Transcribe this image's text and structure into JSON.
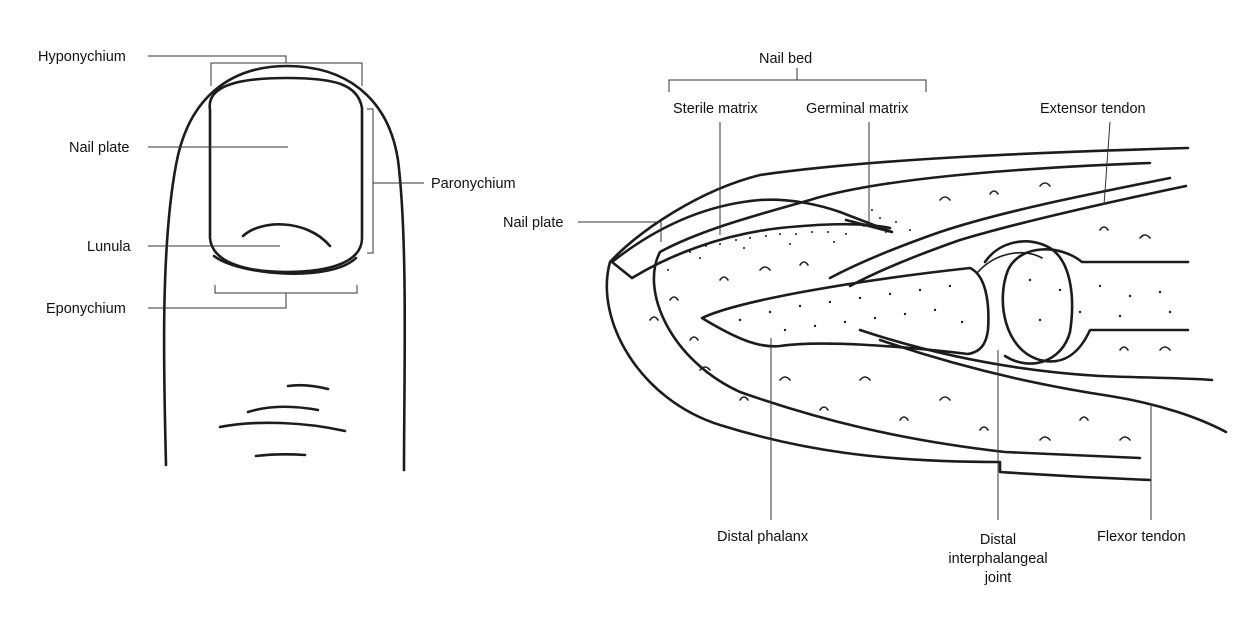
{
  "left_figure": {
    "labels": {
      "hyponychium": "Hyponychium",
      "nail_plate": "Nail plate",
      "paronychium": "Paronychium",
      "lunula": "Lunula",
      "eponychium": "Eponychium"
    }
  },
  "right_figure": {
    "labels": {
      "nail_bed": "Nail bed",
      "sterile_matrix": "Sterile matrix",
      "germinal_matrix": "Germinal matrix",
      "extensor_tendon": "Extensor tendon",
      "nail_plate": "Nail plate",
      "distal_phalanx": "Distal phalanx",
      "dip_joint_line1": "Distal",
      "dip_joint_line2": "interphalangeal",
      "dip_joint_line3": "joint",
      "flexor_tendon": "Flexor tendon"
    }
  }
}
